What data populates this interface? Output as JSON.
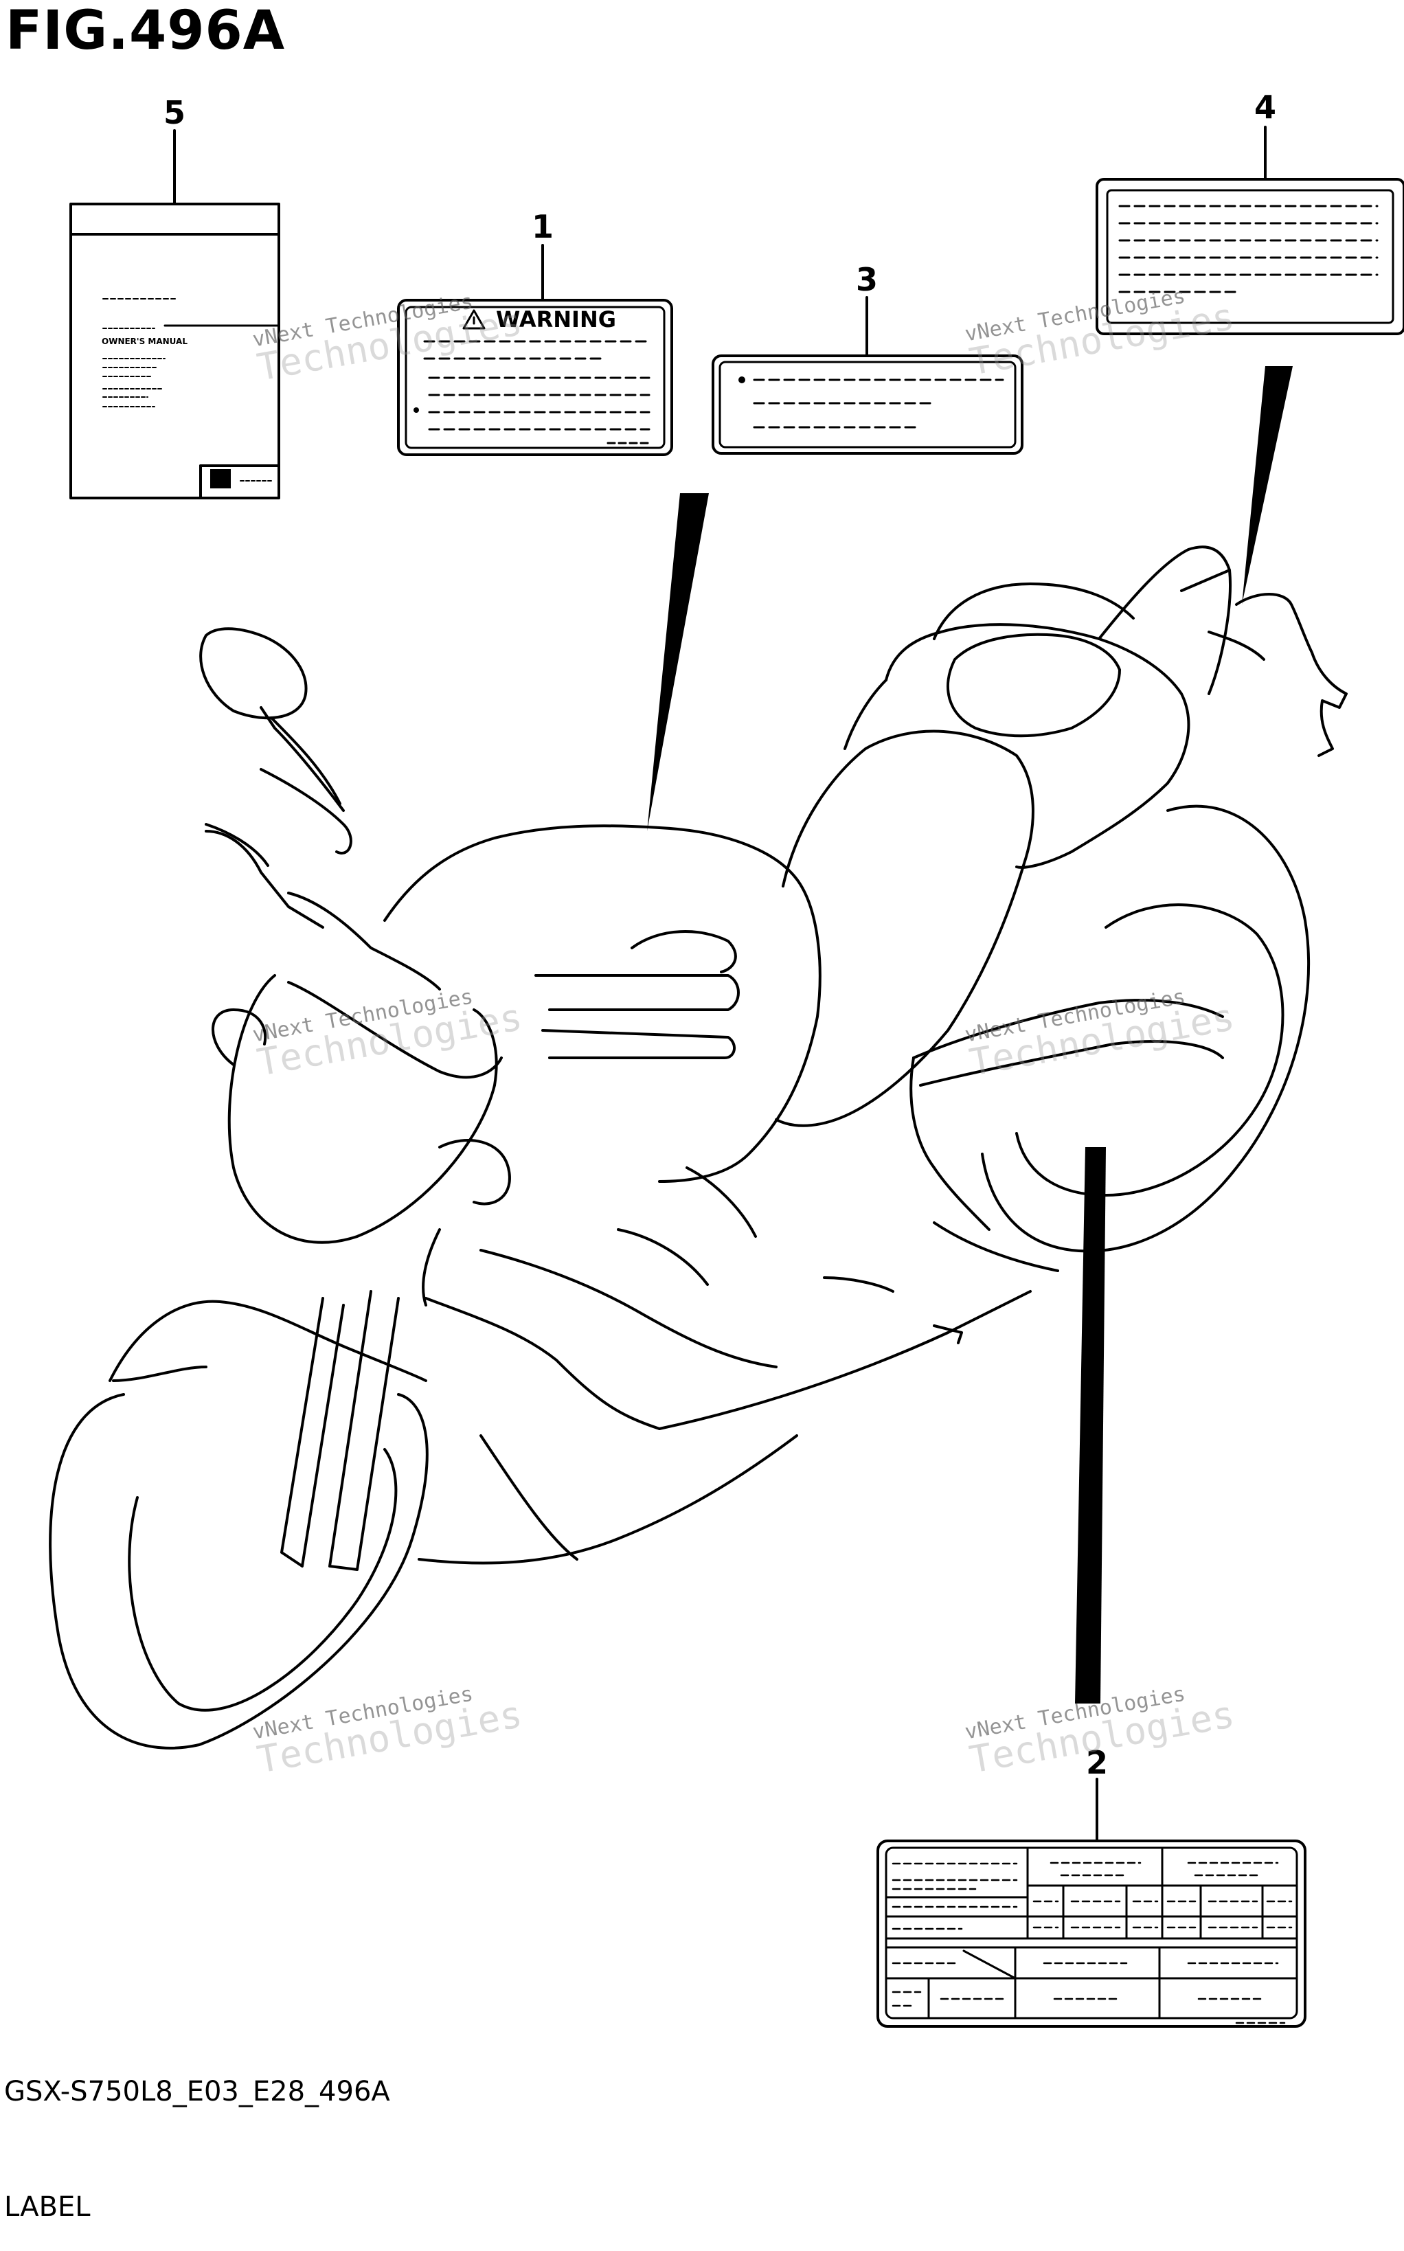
{
  "figure": {
    "title": "FIG.496A",
    "code": "GSX-S750L8_E03_E28_496A",
    "section": "LABEL"
  },
  "callouts": [
    {
      "number": "1",
      "part": "warning-label"
    },
    {
      "number": "2",
      "part": "information-label"
    },
    {
      "number": "3",
      "part": "small-label"
    },
    {
      "number": "4",
      "part": "rear-label"
    },
    {
      "number": "5",
      "part": "owners-manual"
    }
  ],
  "label_text": {
    "warning_heading": "WARNING",
    "manual_title": "OWNER'S MANUAL"
  },
  "watermark": {
    "line1": "vNext Technologies",
    "line2": "Technologies"
  }
}
